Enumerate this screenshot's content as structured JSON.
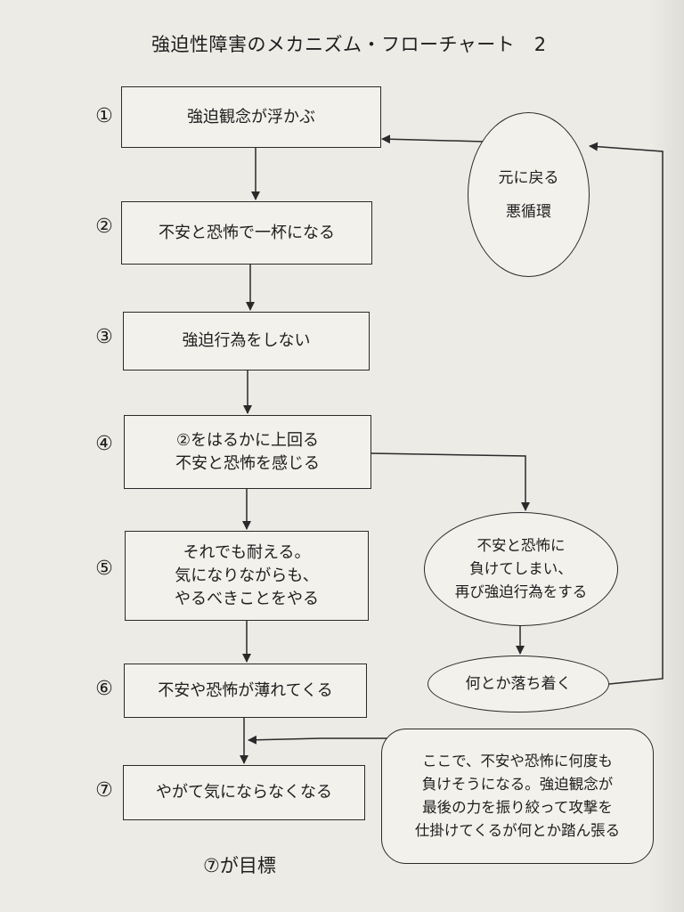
{
  "title": "強迫性障害のメカニズム・フローチャート　2",
  "steps": [
    {
      "num": "①",
      "lines": [
        "強迫観念が浮かぶ"
      ]
    },
    {
      "num": "②",
      "lines": [
        "不安と恐怖で一杯になる"
      ]
    },
    {
      "num": "③",
      "lines": [
        "強迫行為をしない"
      ]
    },
    {
      "num": "④",
      "lines": [
        "②をはるかに上回る",
        "不安と恐怖を感じる"
      ]
    },
    {
      "num": "⑤",
      "lines": [
        "それでも耐える。",
        "気になりながらも、",
        "やるべきことをやる"
      ]
    },
    {
      "num": "⑥",
      "lines": [
        "不安や恐怖が薄れてくる"
      ]
    },
    {
      "num": "⑦",
      "lines": [
        "やがて気にならなくなる"
      ]
    }
  ],
  "cycle_ellipse": {
    "lines": [
      "元に戻る",
      "悪循環"
    ]
  },
  "relapse_ellipse": {
    "lines": [
      "不安と恐怖に",
      "負けてしまい、",
      "再び強迫行為をする"
    ]
  },
  "calm_ellipse": {
    "lines": [
      "何とか落ち着く"
    ]
  },
  "note": {
    "lines": [
      "ここで、不安や恐怖に何度も",
      "負けそうになる。強迫観念が",
      "最後の力を振り絞って攻撃を",
      "仕掛けてくるが何とか踏ん張る"
    ]
  },
  "goal": "⑦が目標"
}
